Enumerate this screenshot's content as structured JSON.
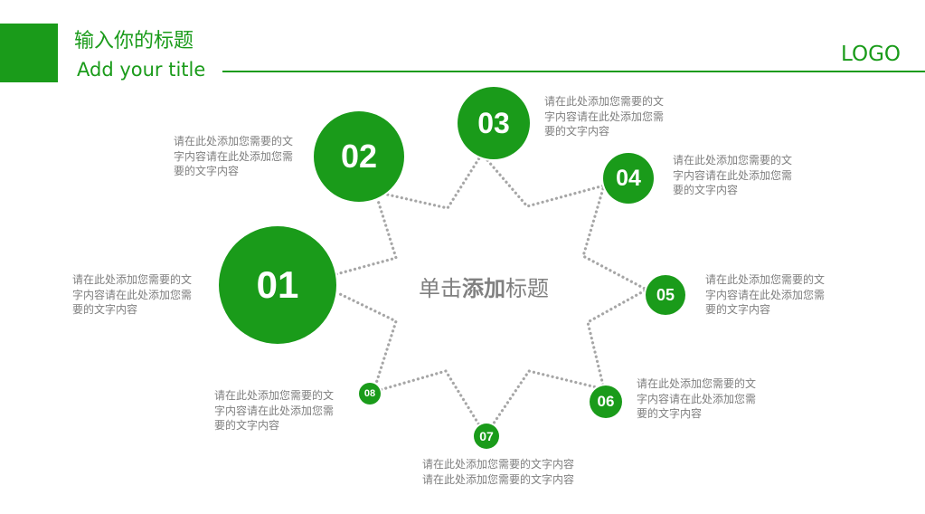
{
  "header": {
    "title_cn": "输入你的标题",
    "title_en": "Add your title",
    "logo": "LOGO"
  },
  "center": {
    "title_part1": "单击",
    "title_bold": "添加",
    "title_part2": "标题"
  },
  "colors": {
    "accent": "#1a9b1a",
    "text_gray": "#7f7f7f",
    "dots": "#a6a6a6"
  },
  "items": [
    {
      "number": "01",
      "text": "请在此处添加您需要的文字内容请在此处添加您需要的文字内容"
    },
    {
      "number": "02",
      "text": "请在此处添加您需要的文字内容请在此处添加您需要的文字内容"
    },
    {
      "number": "03",
      "text": "请在此处添加您需要的文字内容请在此处添加您需要的文字内容"
    },
    {
      "number": "04",
      "text": "请在此处添加您需要的文字内容请在此处添加您需要的文字内容"
    },
    {
      "number": "05",
      "text": "请在此处添加您需要的文字内容请在此处添加您需要的文字内容"
    },
    {
      "number": "06",
      "text": "请在此处添加您需要的文字内容请在此处添加您需要的文字内容"
    },
    {
      "number": "07",
      "text": "请在此处添加您需要的文字内容请在此处添加您需要的文字内容"
    },
    {
      "number": "08",
      "text": "请在此处添加您需要的文字内容请在此处添加您需要的文字内容"
    }
  ]
}
